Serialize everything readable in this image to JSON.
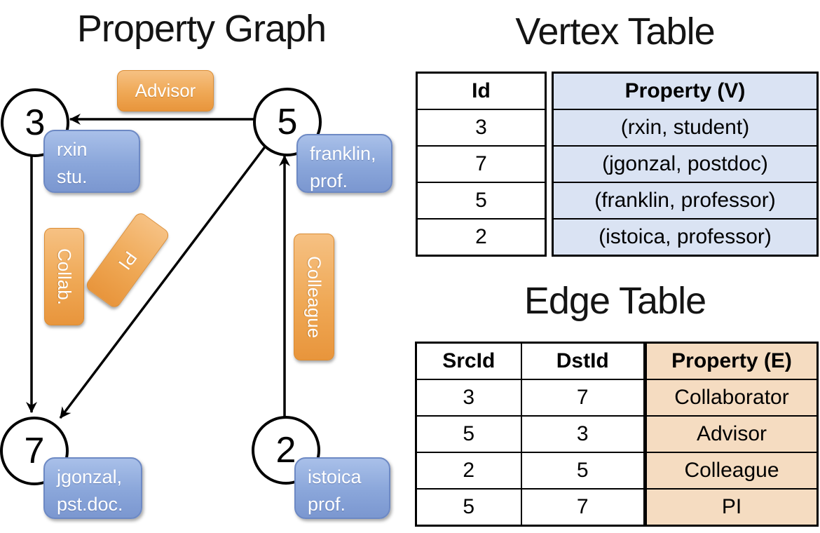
{
  "titles": {
    "graph": "Property Graph",
    "vertex_table": "Vertex Table",
    "edge_table": "Edge Table"
  },
  "graph": {
    "nodes": [
      {
        "id": "3",
        "property_lines": [
          "rxin",
          "stu."
        ]
      },
      {
        "id": "5",
        "property_lines": [
          "franklin,",
          "prof."
        ]
      },
      {
        "id": "7",
        "property_lines": [
          "jgonzal,",
          "pst.doc."
        ]
      },
      {
        "id": "2",
        "property_lines": [
          "istoica",
          "prof."
        ]
      }
    ],
    "edges": [
      {
        "label": "Advisor",
        "src": "5",
        "dst": "3"
      },
      {
        "label": "Collab.",
        "src": "3",
        "dst": "7"
      },
      {
        "label": "PI",
        "src": "5",
        "dst": "7"
      },
      {
        "label": "Colleague",
        "src": "2",
        "dst": "5"
      }
    ]
  },
  "vertex_table": {
    "id_header": "Id",
    "property_header": "Property (V)",
    "rows": [
      {
        "id": "3",
        "property": "(rxin, student)"
      },
      {
        "id": "7",
        "property": "(jgonzal, postdoc)"
      },
      {
        "id": "5",
        "property": "(franklin, professor)"
      },
      {
        "id": "2",
        "property": "(istoica, professor)"
      }
    ]
  },
  "edge_table": {
    "src_header": "SrcId",
    "dst_header": "DstId",
    "property_header": "Property (E)",
    "rows": [
      {
        "src": "3",
        "dst": "7",
        "property": "Collaborator"
      },
      {
        "src": "5",
        "dst": "3",
        "property": "Advisor"
      },
      {
        "src": "2",
        "dst": "5",
        "property": "Colleague"
      },
      {
        "src": "5",
        "dst": "7",
        "property": "PI"
      }
    ]
  },
  "colors": {
    "edge_label_gradient_top": "#f6c183",
    "edge_label_gradient_bottom": "#e8953c",
    "vertex_box_gradient_top": "#a9c0e9",
    "vertex_box_gradient_bottom": "#7b97d0",
    "vertex_table_fill": "#dae3f3",
    "edge_table_fill": "#f5dcc1",
    "line_color": "#000000",
    "text_on_boxes": "#ffffff"
  }
}
